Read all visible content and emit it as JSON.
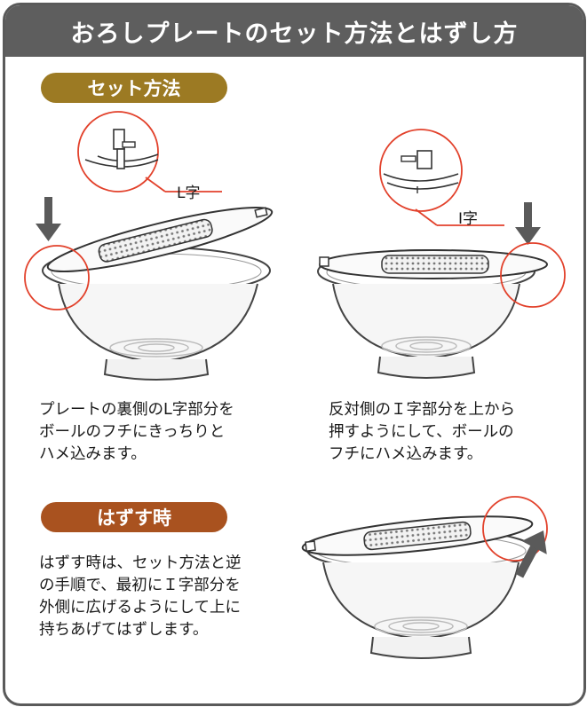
{
  "title": "おろしプレートのセット方法とはずし方",
  "set_section": {
    "heading": "セット方法",
    "label_l": "L字",
    "label_i": "I字",
    "text_left": "プレートの裏側のL字部分を\nボールのフチにきっちりと\nハメ込みます。",
    "text_right": "反対側のＩ字部分を上から\n押すようにして、ボールの\nフチにハメ込みます。"
  },
  "remove_section": {
    "heading": "はずす時",
    "text": "はずす時は、セット方法と逆\nの手順で、最初にＩ字部分を\n外側に広げるようにして上に\n持ちあげてはずします。"
  },
  "colors": {
    "frame": "#5e5e5e",
    "set_pill": "#9c7a23",
    "remove_pill": "#a9521f",
    "circle": "#e2412b",
    "arrow": "#5a5a5a"
  }
}
